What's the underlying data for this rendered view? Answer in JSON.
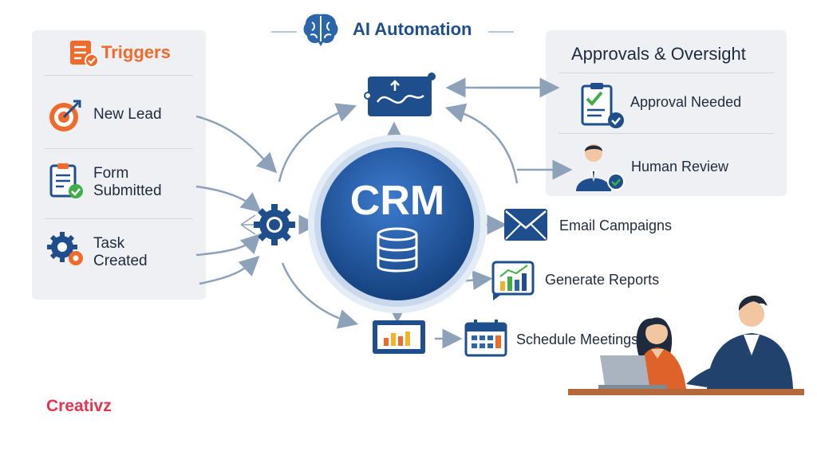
{
  "header": {
    "title": "AI Automation"
  },
  "triggers": {
    "title": "Triggers",
    "items": [
      {
        "label": "New Lead",
        "icon": "target-icon"
      },
      {
        "label": "Form\nSubmitted",
        "icon": "form-check-icon"
      },
      {
        "label": "Task\nCreated",
        "icon": "gears-icon"
      }
    ]
  },
  "hub": {
    "label": "CRM",
    "icon": "database-icon"
  },
  "approvals": {
    "title": "Approvals & Oversight",
    "items": [
      {
        "label": "Approval Needed",
        "icon": "clipboard-check-icon"
      },
      {
        "label": "Human Review",
        "icon": "reviewer-icon"
      }
    ]
  },
  "outputs": [
    {
      "label": "Email Campaigns",
      "icon": "envelope-icon"
    },
    {
      "label": "Generate Reports",
      "icon": "report-chart-icon"
    },
    {
      "label": "Schedule Meetings",
      "icon": "calendar-icon"
    }
  ],
  "brand": {
    "name": "Creativz",
    "color": "#e8344e"
  },
  "colors": {
    "accent_orange": "#f06a2b",
    "navy": "#1e4f8c",
    "check_green": "#3fae49",
    "arrow_gray": "#8da2b8"
  }
}
